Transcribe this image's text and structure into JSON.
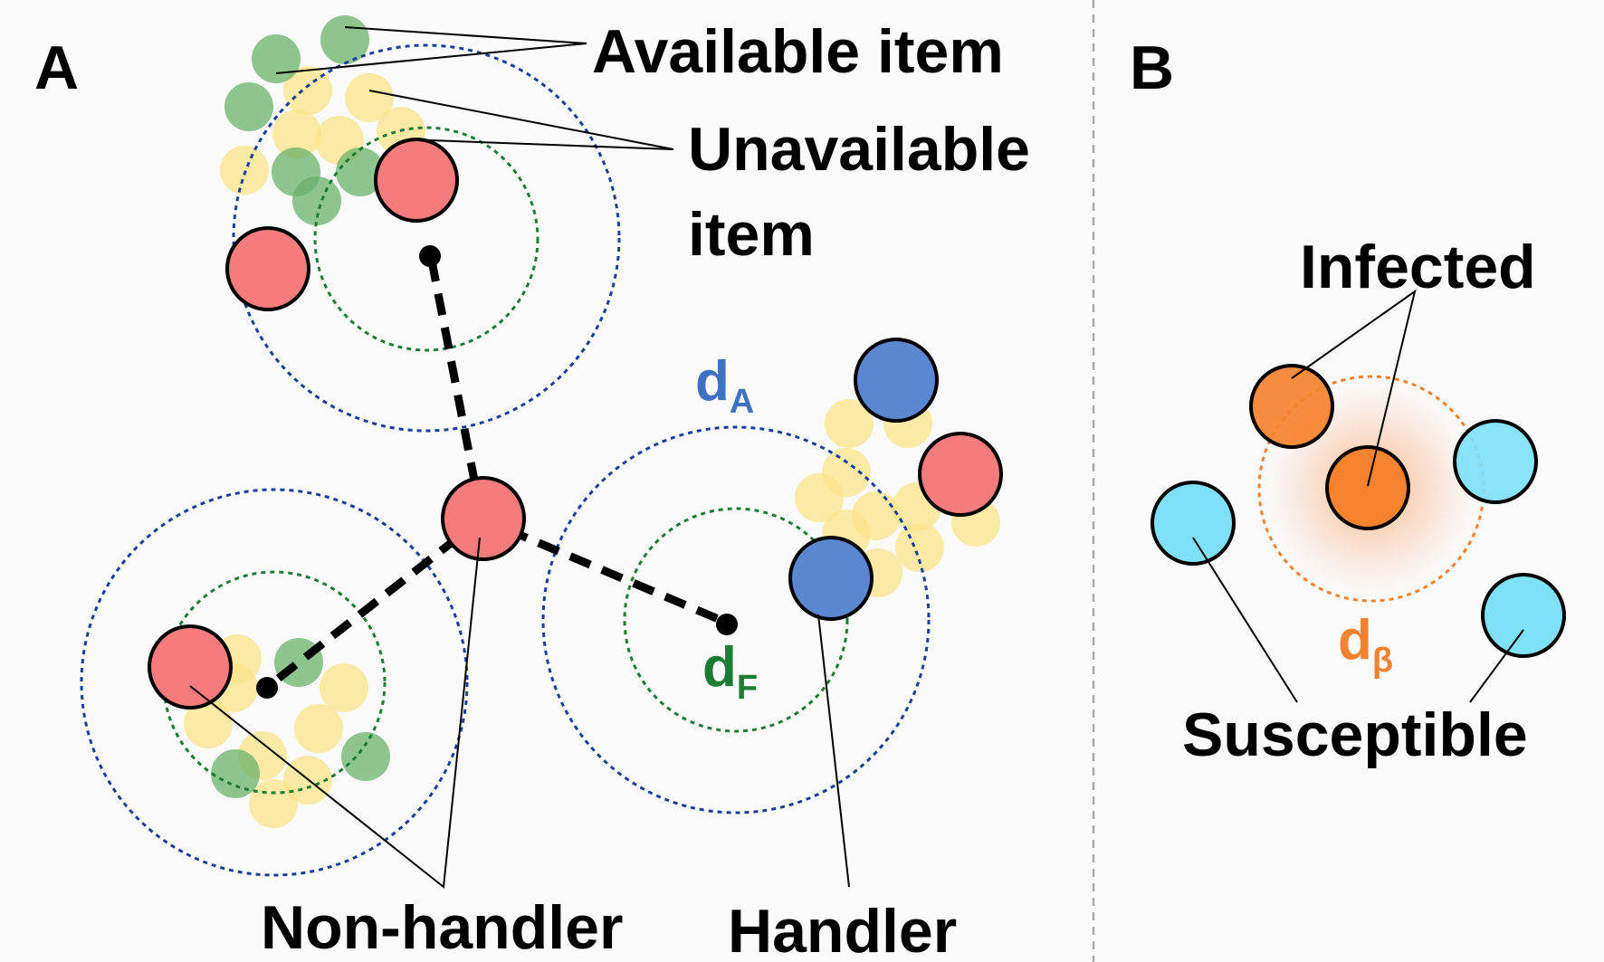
{
  "panel_a": {
    "letter": "A",
    "labels": {
      "available_item": "Available item",
      "unavailable_item_line1": "Unavailable",
      "unavailable_item_line2": "item",
      "non_handler": "Non-handler",
      "handler": "Handler"
    },
    "symbols": {
      "dA_main": "d",
      "dA_sub": "A",
      "dF_main": "d",
      "dF_sub": "F"
    }
  },
  "panel_b": {
    "letter": "B",
    "labels": {
      "infected": "Infected",
      "susceptible": "Susceptible"
    },
    "symbols": {
      "dbeta_main": "d",
      "dbeta_sub": "β"
    }
  },
  "colors": {
    "non_handler": "#f47c7c",
    "handler": "#5b87d0",
    "available_item": "#6ab26a",
    "unavailable_item": "#fbe38a",
    "dA_ring": "#1a3e9a",
    "dF_ring": "#1d7c34",
    "dA_text": "#3e72c0",
    "dF_text": "#1d7c34",
    "infected": "#f5822c",
    "susceptible": "#7fe1f8",
    "dbeta": "#f5822c",
    "divider": "#aaaaaa"
  }
}
